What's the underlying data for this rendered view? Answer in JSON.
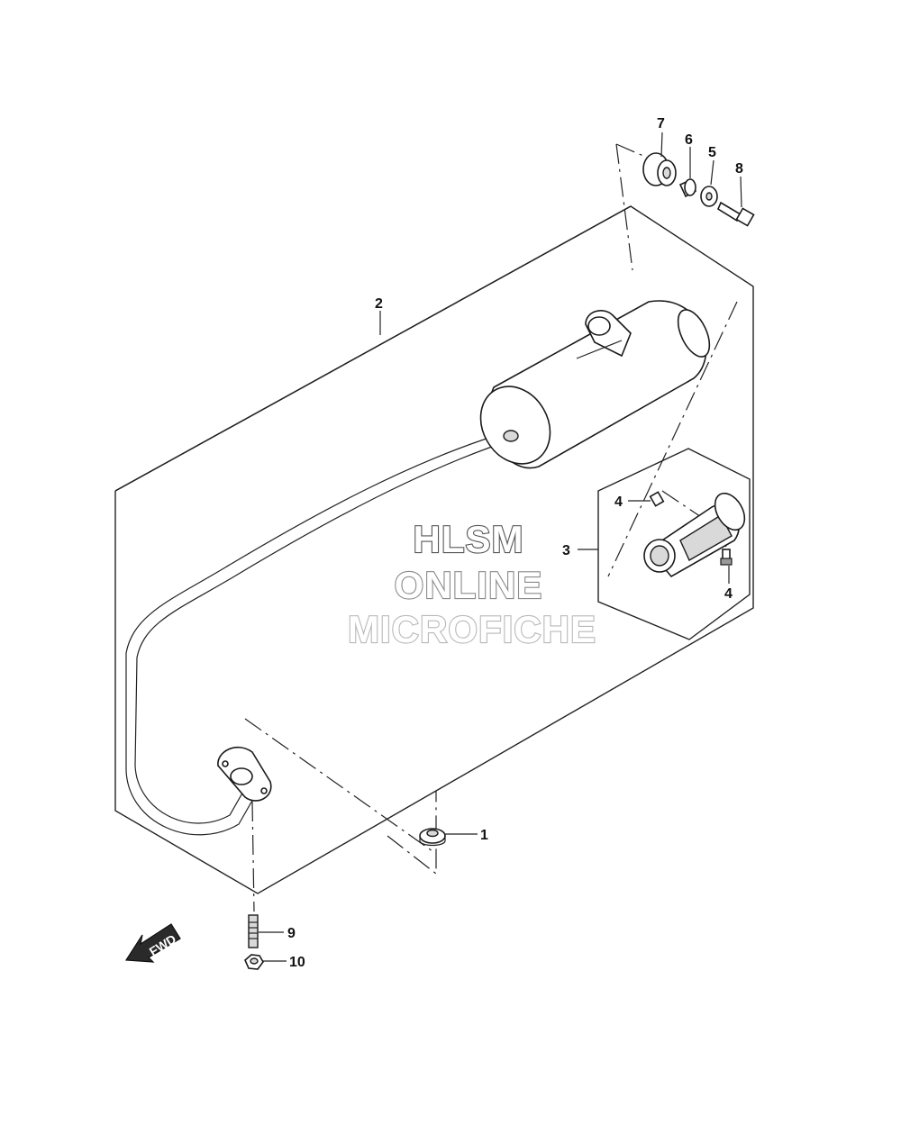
{
  "watermark": {
    "line1": "HLSM",
    "line2": "ONLINE",
    "line3": "MICROFICHE"
  },
  "fwd_label": "FWD",
  "callouts": {
    "c1": "1",
    "c2": "2",
    "c3": "3",
    "c4a": "4",
    "c4b": "4",
    "c5": "5",
    "c6": "6",
    "c7": "7",
    "c8": "8",
    "c9": "9",
    "c10": "10"
  }
}
